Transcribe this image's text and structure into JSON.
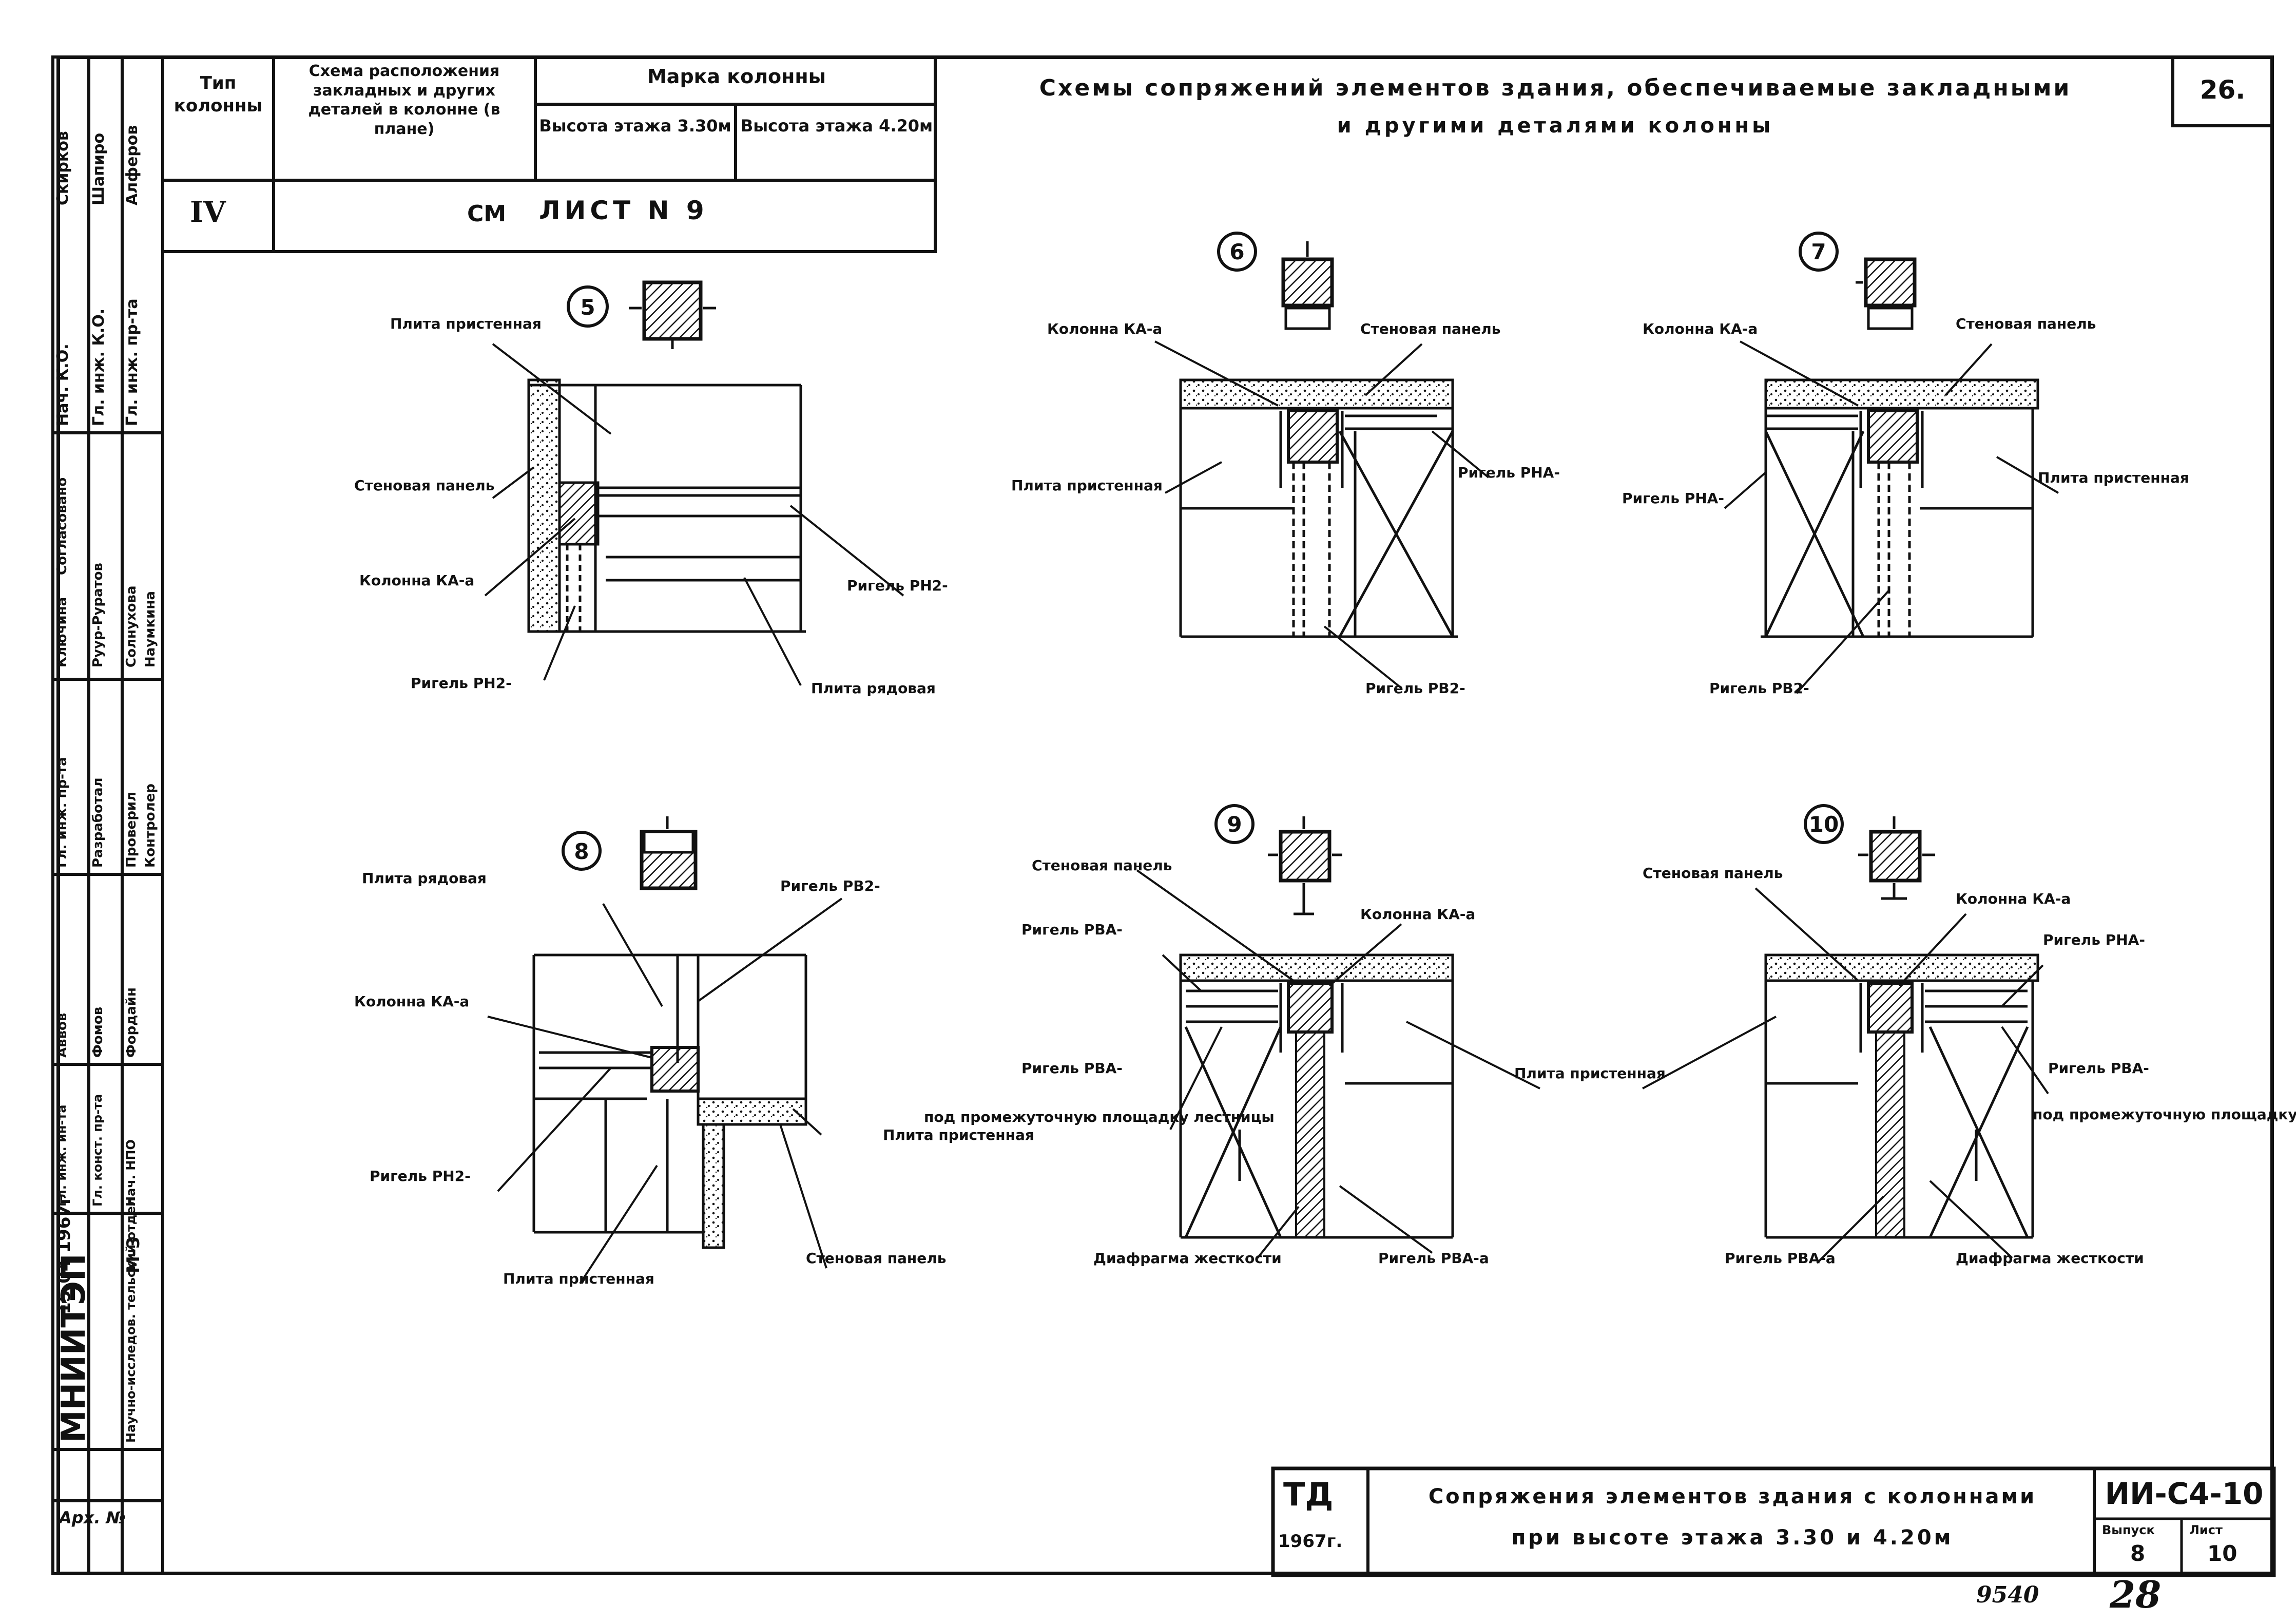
{
  "header": {
    "col_type_label": "Тип колонны",
    "col_scheme_label": "Схема расположения закладных и других деталей в колонне (в плане)",
    "col_mark_label": "Марка колонны",
    "height_330_label": "Высота этажа 3.30м",
    "height_420_label": "Высота этажа 4.20м",
    "row_type": "IV",
    "row_ref_prefix": "СМ",
    "row_ref_text": "ЛИСТ N 9",
    "title_line1": "Схемы сопряжений элементов здания, обеспечиваемые закладными",
    "title_line2": "и другими деталями колонны",
    "sheet_number": "26."
  },
  "side_stamp": {
    "roles": [
      "Нач. К.О.",
      "Гл. инж. К.О.",
      "Гл. инж. пр-та"
    ],
    "names": [
      "Скирков",
      "Шапиро",
      "Алферов"
    ],
    "approval_header": "Согласовано",
    "approval_roles": [
      "Руур-Руратов",
      "Солнухова",
      "Ключина",
      "Наумкина"
    ],
    "work_roles": [
      "Гл. инж. пр-та",
      "Разработал",
      "Проверил",
      "Контролер"
    ],
    "work_names": [
      "Аввов",
      "Фомов",
      "Фордайн"
    ],
    "chief_roles": [
      "Гл. инж. ин-та",
      "Гл. конст. пр-та",
      "Нач. НПО"
    ],
    "date": "15.04 1967г",
    "issue": "М-3",
    "org": "МНИИТЭП",
    "org_sub": "Научно-исследов. тельский отдел",
    "archive": "Арх. №"
  },
  "details": [
    {
      "number": "5",
      "labels": [
        "Плита пристенная",
        "Стеновая панель",
        "Колонна КА-а",
        "Ригель РН2-",
        "Ригель РН2-",
        "Плита рядовая"
      ]
    },
    {
      "number": "6",
      "labels": [
        "Колонна КА-а",
        "Стеновая панель",
        "Плита пристенная",
        "Ригель РНА-",
        "Ригель РВ2-"
      ]
    },
    {
      "number": "7",
      "labels": [
        "Колонна КА-а",
        "Стеновая панель",
        "Ригель РНА-",
        "Плита пристенная",
        "Ригель РВ2-"
      ]
    },
    {
      "number": "8",
      "labels": [
        "Плита рядовая",
        "Ригель РВ2-",
        "Колонна КА-а",
        "Ригель РН2-",
        "Плита пристенная",
        "Стеновая панель",
        "Плита пристенная"
      ]
    },
    {
      "number": "9",
      "labels": [
        "Стеновая панель",
        "Ригель РВА-",
        "Колонна КА-а",
        "Ригель РВА-",
        "под промежуточную площадку лестницы",
        "Диафрагма жесткости",
        "Ригель РВА-а",
        "Плита пристенная"
      ]
    },
    {
      "number": "10",
      "labels": [
        "Стеновая панель",
        "Колонна КА-а",
        "Ригель РНА-",
        "Ригель РВА-",
        "под промежуточную площадку лестницы",
        "Ригель РВА-а",
        "Диафрагма жесткости"
      ]
    }
  ],
  "title_block": {
    "code": "ТД",
    "year": "1967г.",
    "title_line1": "Сопряжения элементов здания с колоннами",
    "title_line2": "при высоте этажа 3.30 и 4.20м",
    "series": "ИИ-С4-10",
    "issue_label": "Выпуск",
    "issue_value": "8",
    "sheet_label": "Лист",
    "sheet_value": "10"
  },
  "footer_note": "9540",
  "footer_number": "28"
}
